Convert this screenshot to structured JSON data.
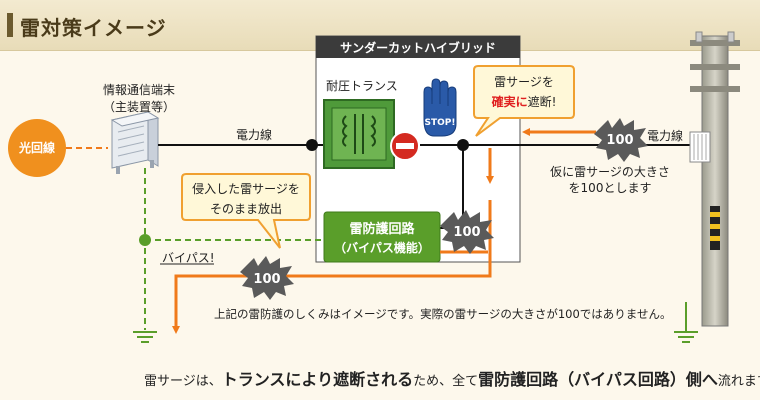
{
  "title": "雷対策イメージ",
  "hybrid_box_title": "サンダーカットハイブリッド",
  "optical_line": "光回線",
  "terminal": {
    "line1": "情報通信端末",
    "line2": "（主装置等）"
  },
  "power_line_left": "電力線",
  "power_line_right": "電力線",
  "transformer": "耐圧トランス",
  "stop_sign": "STOP!",
  "callout_blocked": {
    "line1": "雷サージを",
    "line2_red": "確実に",
    "line2_rest": "遮断!"
  },
  "callout_released": {
    "line1": "侵入した雷サージを",
    "line2": "そのまま放出"
  },
  "protection_circuit": {
    "line1": "雷防護回路",
    "line2": "（バイパス機能）"
  },
  "bypass": "バイパス!",
  "surge_value": "100",
  "assume_note": {
    "line1": "仮に雷サージの大きさ",
    "line2": "を100とします"
  },
  "disclaimer": "上記の雷防護のしくみはイメージです。実際の雷サージの大きさが100ではありません。",
  "bottom_note": {
    "part1": "雷サージは、",
    "part2": "トランスにより遮断される",
    "part3": "ため、全て",
    "part4": "雷防護回路（バイパス回路）側へ",
    "part5": "流れます。"
  },
  "colors": {
    "surge_arrow": "#f07a1a",
    "green_box": "#5a9e2a",
    "transformer": "#4f9a3a",
    "stop_hand": "#2a5aa8",
    "no_sign": "#d42a20"
  }
}
